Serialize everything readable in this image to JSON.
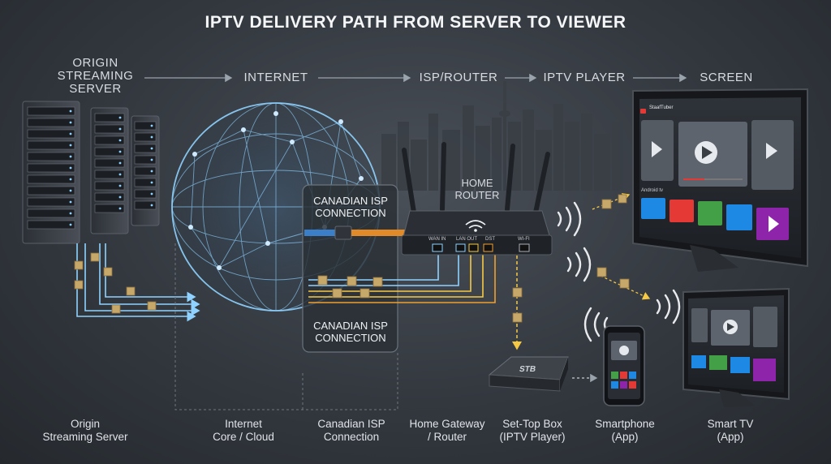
{
  "title": "IPTV DELIVERY PATH FROM SERVER TO VIEWER",
  "stages": {
    "origin": [
      "ORIGIN",
      "STREAMING",
      "SERVER"
    ],
    "internet": "INTERNET",
    "isp_router": "ISP/ROUTER",
    "player": "IPTV PLAYER",
    "screen": "SCREEN"
  },
  "overlays": {
    "isp_top": [
      "CANADIAN ISP",
      "CONNECTION"
    ],
    "isp_bottom": [
      "CANADIAN ISP",
      "CONNECTION"
    ],
    "home_router": [
      "HOME",
      "ROUTER"
    ]
  },
  "router_ports": [
    "WAN IN",
    "LAN OUT",
    "DST",
    "WI-FI"
  ],
  "stb_label": "STB",
  "tv_app_name": "StaafTuber",
  "tv_row_label": "Android tv",
  "captions": {
    "origin": [
      "Origin",
      "Streaming Server"
    ],
    "internet": [
      "Internet",
      "Core / Cloud"
    ],
    "isp": [
      "Canadian ISP",
      "Connection"
    ],
    "gateway": [
      "Home Gateway",
      "/ Router"
    ],
    "stb": [
      "Set-Top Box",
      "(IPTV Player)"
    ],
    "phone": [
      "Smartphone",
      "(App)"
    ],
    "smarttv": [
      "Smart TV",
      "(App)"
    ]
  },
  "colors": {
    "accent_blue": "#7fc8ff",
    "accent_orange": "#f0a030",
    "accent_yellow": "#f6c945"
  }
}
